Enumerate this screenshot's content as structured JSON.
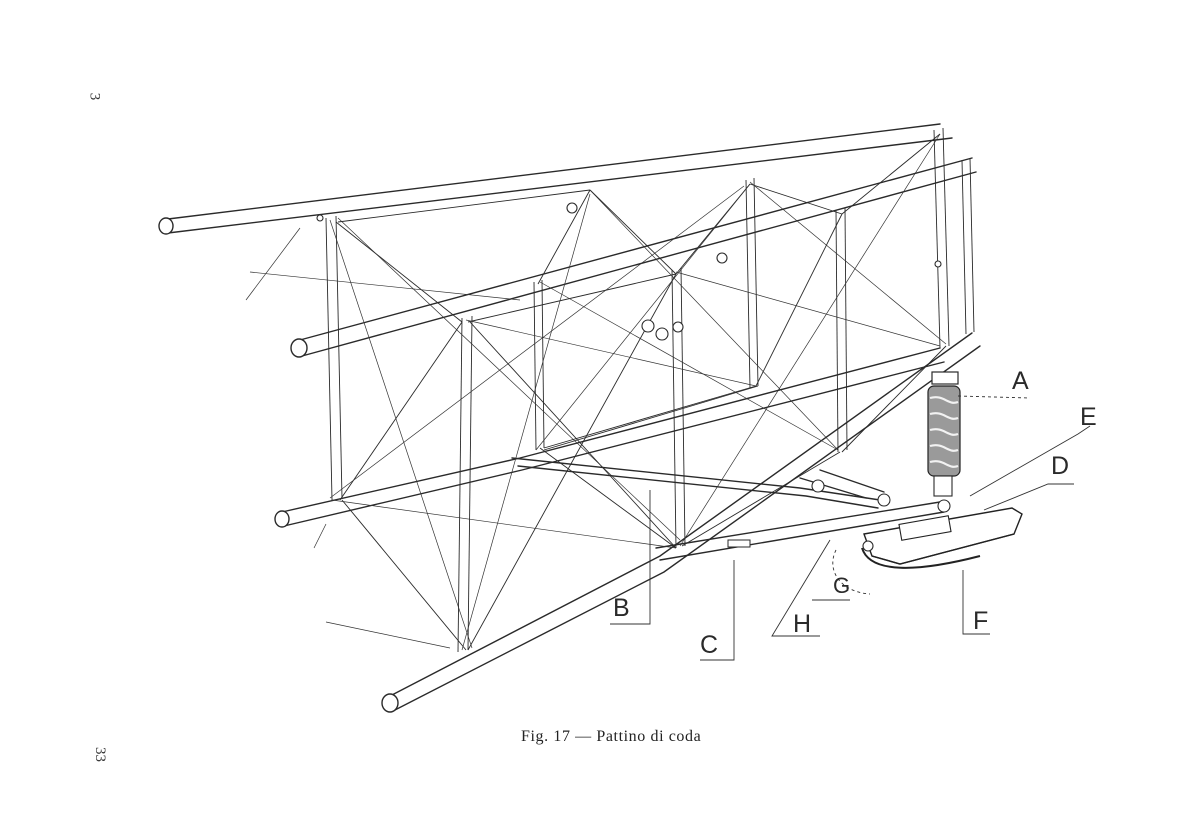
{
  "figure": {
    "caption": "Fig. 17 — Pattino di coda",
    "callouts": [
      "A",
      "B",
      "C",
      "D",
      "E",
      "F",
      "G",
      "H"
    ]
  },
  "margin": {
    "top_number": "3",
    "bottom_number": "33"
  }
}
